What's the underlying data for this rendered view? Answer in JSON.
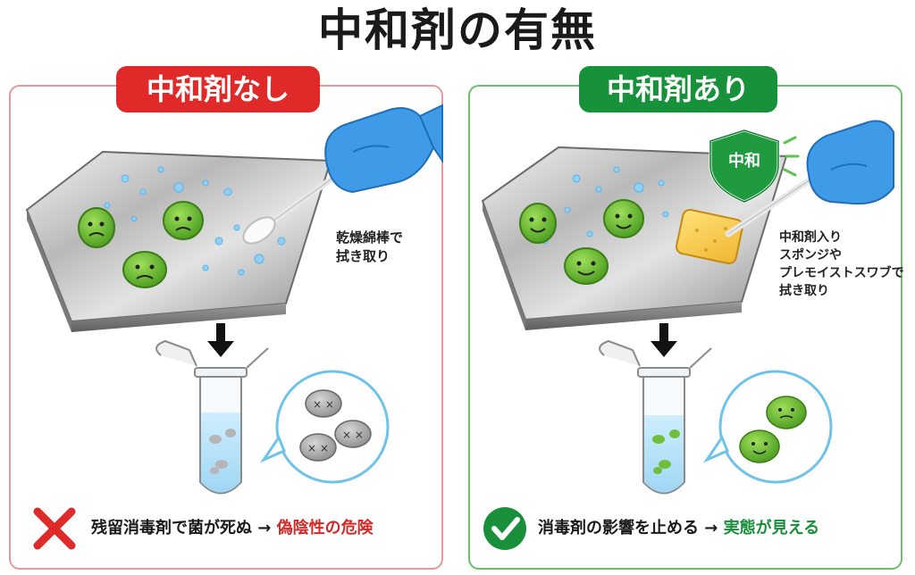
{
  "title": "中和剤の有無",
  "left": {
    "badge": "中和剤なし",
    "method_line1": "乾燥綿棒で",
    "method_line2": "拭き取り",
    "result_text": "残留消毒剤で菌が死ぬ →",
    "result_highlight": "偽陰性の危険",
    "colors": {
      "accent": "#e02a2a",
      "border": "#e39a9a"
    }
  },
  "right": {
    "badge": "中和剤あり",
    "shield_label": "中和",
    "method_line1": "中和剤入り",
    "method_line2": "スポンジや",
    "method_line3": "プレモイストスワブで",
    "method_line4": "拭き取り",
    "result_text": "消毒剤の影響を止める →",
    "result_highlight": "実態が見える",
    "colors": {
      "accent": "#17913a",
      "border": "#6cbf6c"
    }
  },
  "icons": [
    "cross-icon",
    "check-icon",
    "down-arrow-icon",
    "glove-icon",
    "swab-icon",
    "sponge-icon",
    "shield-icon",
    "test-tube-icon",
    "bacteria-icon",
    "droplet-icon"
  ]
}
